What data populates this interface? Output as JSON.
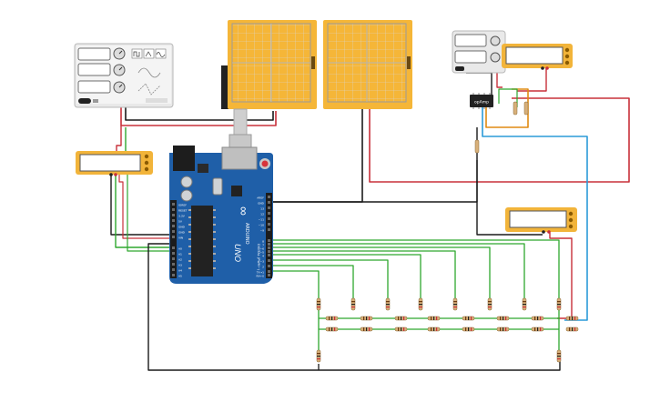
{
  "board": {
    "brand": "ARDUINO",
    "model": "UNO",
    "infinity_logo": "∞",
    "header_digital": "DIGITAL (PWM~)",
    "header_power": "POWER",
    "header_analog": "ANALOG IN",
    "pin_labels_left": [
      "IOREF",
      "RESET",
      "3.3V",
      "5V",
      "GND",
      "GND",
      "VIN",
      "A0",
      "A1",
      "A2",
      "A3",
      "A4",
      "A5"
    ],
    "pin_labels_right": [
      "AREF",
      "GND",
      "13",
      "12",
      "~11",
      "~10",
      "~9",
      "8",
      "7",
      "~6",
      "~5",
      "4",
      "~3",
      "2",
      "TX→1",
      "RX←0"
    ]
  },
  "function_generator": {
    "displays": 3,
    "wave_icons": [
      "square-wave-icon",
      "triangle-wave-icon",
      "sine-wave-icon"
    ]
  },
  "power_supply": {
    "label": ""
  },
  "opamp": {
    "label": "opAmp"
  },
  "multimeters": [
    {
      "id": "mm-left",
      "reading": ""
    },
    {
      "id": "mm-top-right",
      "reading": ""
    },
    {
      "id": "mm-right",
      "reading": ""
    }
  ],
  "oscilloscopes": [
    {
      "id": "osc-1",
      "trace": "flat"
    },
    {
      "id": "osc-2",
      "trace": "flat"
    }
  ],
  "resistor_ladder": {
    "bits": 8,
    "type": "R-2R"
  },
  "colors": {
    "board_blue": "#1f5fa8",
    "wire_green": "#2ea82e",
    "wire_red": "#c8303a",
    "wire_black": "#1a1a1a",
    "wire_blue": "#2b9bd8",
    "wire_orange": "#e08a12",
    "meter_yellow": "#f2b43a",
    "scope_yellow": "#f5b638"
  }
}
